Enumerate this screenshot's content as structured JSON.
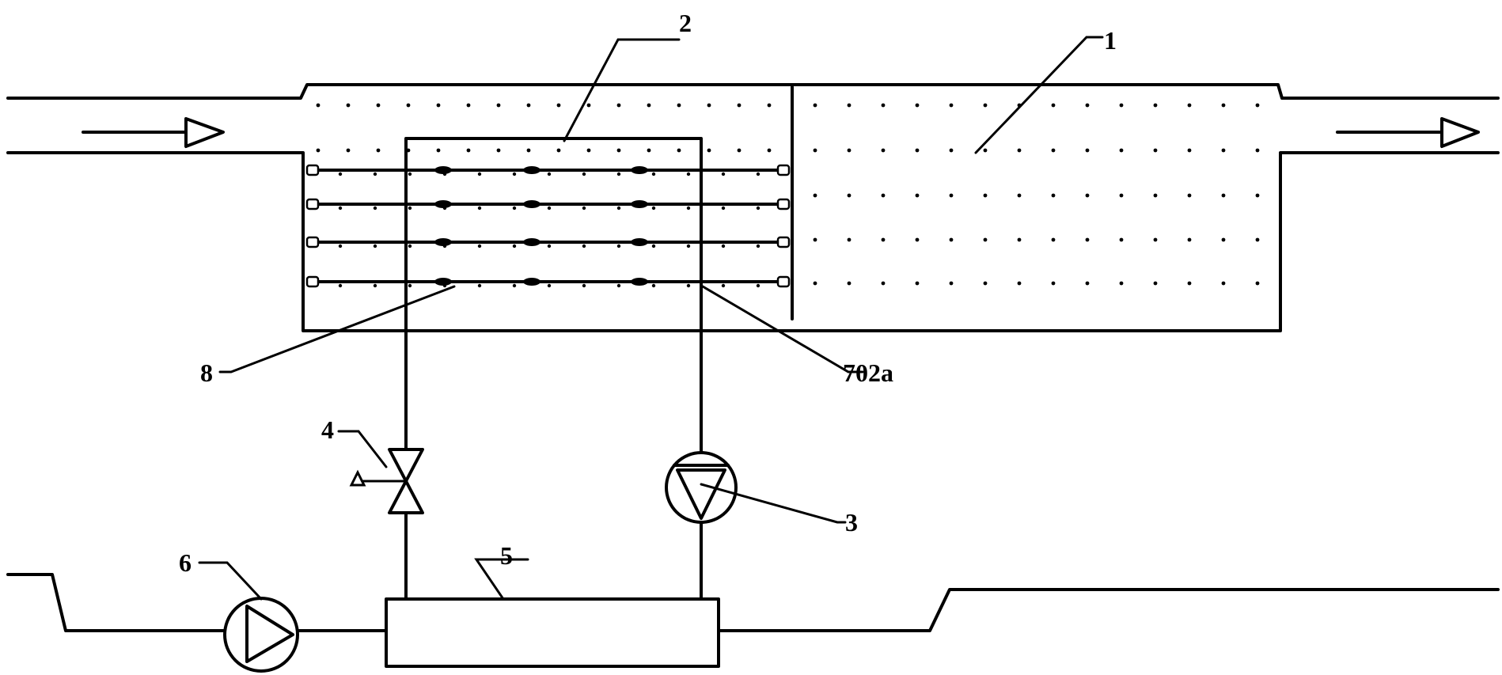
{
  "labels": {
    "tank": "1",
    "heat_exchange_unit": "2",
    "pump": "3",
    "valve": "4",
    "heat_exchanger": "5",
    "feed_pump": "6",
    "node_702a": "702a",
    "nozzle": "8"
  }
}
